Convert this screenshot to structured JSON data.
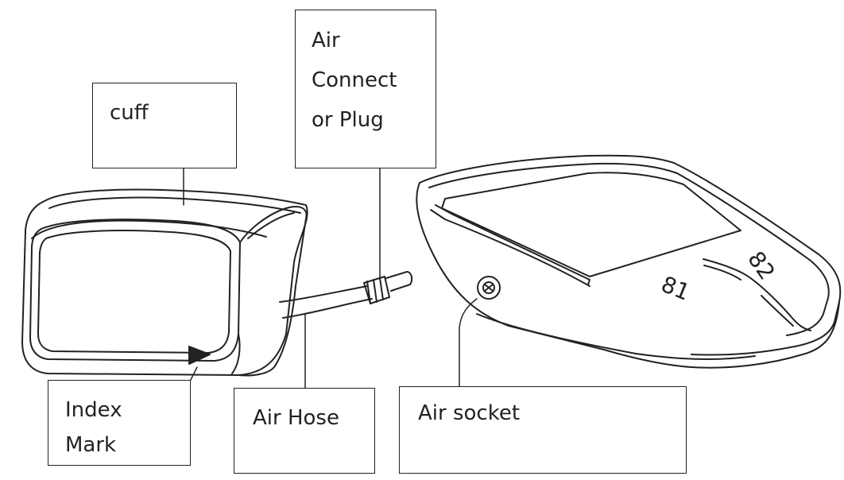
{
  "labels": {
    "cuff": "cuff",
    "air_connector": "Air\nConnect\nor Plug",
    "index_mark": "Index\nMark",
    "air_hose": "Air Hose",
    "air_socket": "Air socket"
  },
  "monitor_buttons": {
    "button_1": "81",
    "button_2": "82"
  },
  "colors": {
    "line": "#222222",
    "background": "#ffffff"
  }
}
